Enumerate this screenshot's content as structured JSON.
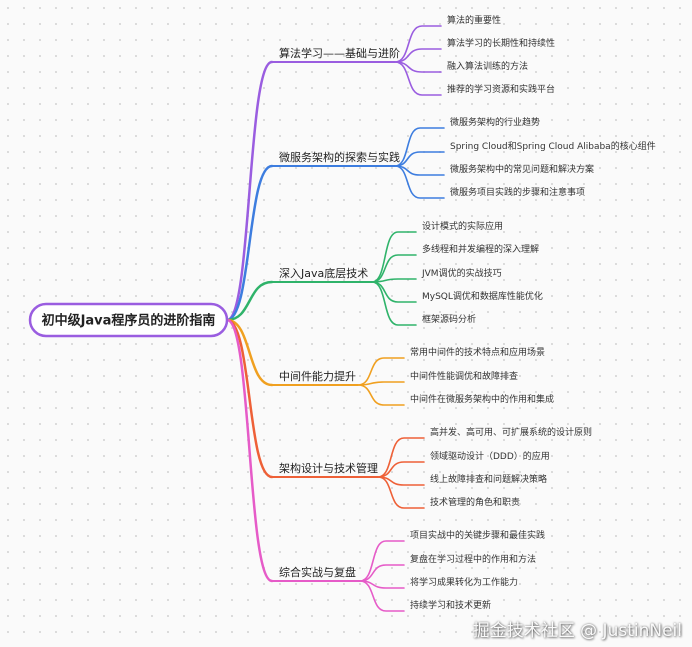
{
  "root": {
    "label": "初中级Java程序员的进阶指南",
    "color": "#9a5de0"
  },
  "branches": [
    {
      "label": "算法学习——基础与进阶",
      "color": "#9a5de0",
      "children": [
        "算法的重要性",
        "算法学习的长期性和持续性",
        "融入算法训练的方法",
        "推荐的学习资源和实践平台"
      ]
    },
    {
      "label": "微服务架构的探索与实践",
      "color": "#3d7ddf",
      "children": [
        "微服务架构的行业趋势",
        "Spring Cloud和Spring Cloud Alibaba的核心组件",
        "微服务架构中的常见问题和解决方案",
        "微服务项目实践的步骤和注意事项"
      ]
    },
    {
      "label": "深入Java底层技术",
      "color": "#2fb36a",
      "children": [
        "设计模式的实际应用",
        "多线程和并发编程的深入理解",
        "JVM调优的实战技巧",
        "MySQL调优和数据库性能优化",
        "框架源码分析"
      ]
    },
    {
      "label": "中间件能力提升",
      "color": "#f0a020",
      "children": [
        "常用中间件的技术特点和应用场景",
        "中间件性能调优和故障排查",
        "中间件在微服务架构中的作用和集成"
      ]
    },
    {
      "label": "架构设计与技术管理",
      "color": "#ee6037",
      "children": [
        "高并发、高可用、可扩展系统的设计原则",
        "领域驱动设计（DDD）的应用",
        "线上故障排查和问题解决策略",
        "技术管理的角色和职责"
      ]
    },
    {
      "label": "综合实战与复盘",
      "color": "#e65bc8",
      "children": [
        "项目实战中的关键步骤和最佳实践",
        "复盘在学习过程中的作用和方法",
        "将学习成果转化为工作能力",
        "持续学习和技术更新"
      ]
    }
  ],
  "watermark": "掘金技术社区 @ JustinNeil"
}
